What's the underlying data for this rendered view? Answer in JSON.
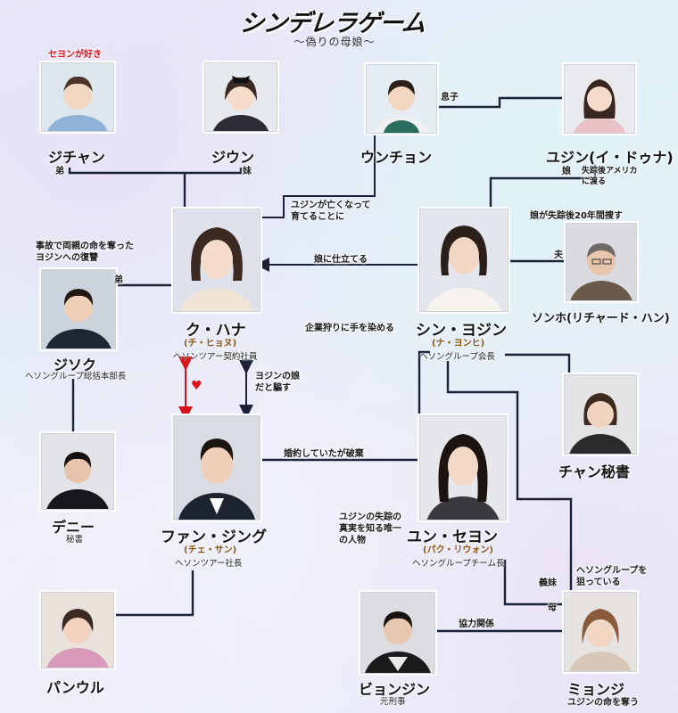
{
  "title": "シンデレラゲーム",
  "subtitle": "〜偽りの母娘〜",
  "people": {
    "jichan": {
      "name": "ジチャン",
      "note": "セヨンが好き"
    },
    "jiun": {
      "name": "ジウン"
    },
    "uncheon": {
      "name": "ウンチョン"
    },
    "yujin": {
      "name": "ユジン(イ・ドゥナ)",
      "note": "失踪後アメリカ\nに渡る"
    },
    "hana": {
      "name": "ク・ハナ",
      "real": "(チ・ヒョヌ)",
      "role": "ヘソンツアー契約社員"
    },
    "yojin": {
      "name": "シン・ヨジン",
      "real": "(ナ・ヨンヒ)",
      "role": "ヘソングループ会長"
    },
    "sonho": {
      "name": "ソンホ(リチャード・ハン)",
      "note": "娘が失踪後20年間捜す"
    },
    "jisok": {
      "name": "ジソク",
      "role": "ヘソングループ総括本部長",
      "note": "事故で両親の命を奪った\nヨジンへの復讐"
    },
    "chang": {
      "name": "チャン秘書"
    },
    "jingu": {
      "name": "ファン・ジング",
      "real": "(チェ・サン)",
      "role": "ヘソンツアー社長"
    },
    "seyon": {
      "name": "ユン・セヨン",
      "real": "(パク・リウォン)",
      "role": "ヘソングループチーム長",
      "note": "ユジンの失踪の\n真実を知る唯一\nの人物"
    },
    "deni": {
      "name": "デニー",
      "role": "秘書"
    },
    "panul": {
      "name": "パンウル"
    },
    "byonjin": {
      "name": "ビョンジン",
      "role": "元刑事"
    },
    "minji": {
      "name": "ミョンジ",
      "role": "ユジンの命を奪う",
      "note": "ヘソングループを\n狙っている"
    }
  },
  "relations": {
    "brother": "弟",
    "sister": "妹",
    "son": "息子",
    "daughter": "娘",
    "husband": "夫",
    "jisok_brother": "弟",
    "raise": "ユジンが亡くなって\n育てることに",
    "make_daughter": "娘に仕立てる",
    "corp_hunt": "企業狩りに手を染める",
    "deceive": "ヨジンの娘\nだと騙す",
    "engagement": "婚約していたが破棄",
    "sister_in_law": "義妹",
    "mother": "母",
    "cooperate": "協力関係"
  },
  "colors": {
    "line": "#1b2238",
    "love": "#e2101a",
    "real_name": "#8a5a10"
  }
}
